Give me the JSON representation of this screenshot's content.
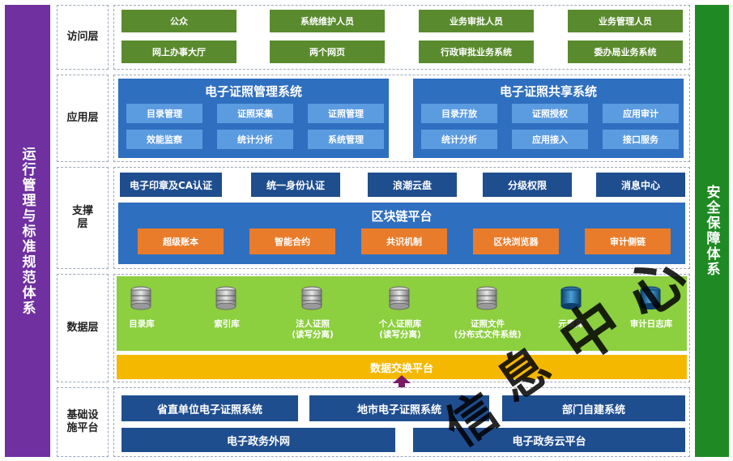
{
  "left_column": "运行管理与标准规范体系",
  "right_column": "安全保障体系",
  "layers": {
    "access": "访问层",
    "application": "应用层",
    "support": "支撑层",
    "data": "数据层",
    "infra": "基础设施平台"
  },
  "access": [
    "公众",
    "系统维护人员",
    "业务审批人员",
    "业务管理人员",
    "网上办事大厅",
    "两个网页",
    "行政审批业务系统",
    "委办局业务系统"
  ],
  "app_mgmt": {
    "title": "电子证照管理系统",
    "items": [
      "目录管理",
      "证照采集",
      "证照管理",
      "效能监察",
      "统计分析",
      "系统管理"
    ]
  },
  "app_share": {
    "title": "电子证照共享系统",
    "items": [
      "目录开放",
      "证照授权",
      "应用审计",
      "统计分析",
      "应用接入",
      "接口服务"
    ]
  },
  "support_top": [
    "电子印章及CA认证",
    "统一身份认证",
    "浪潮云盘",
    "分级权限",
    "消息中心"
  ],
  "blockchain": {
    "title": "区块链平台",
    "items": [
      "超级账本",
      "智能合约",
      "共识机制",
      "区块浏览器",
      "审计侧链"
    ]
  },
  "data_dbs": [
    {
      "label": "目录库",
      "sub": ""
    },
    {
      "label": "索引库",
      "sub": ""
    },
    {
      "label": "法人证照",
      "sub": "(读写分离)"
    },
    {
      "label": "个人证照库",
      "sub": "(读写分离)"
    },
    {
      "label": "证照文件",
      "sub": "(分布式文件系统)"
    },
    {
      "label": "元素库",
      "sub": ""
    },
    {
      "label": "审计日志库",
      "sub": ""
    }
  ],
  "exchange": "数据交换平台",
  "infra_top": [
    "省直单位电子证照系统",
    "地市电子证照系统",
    "部门自建系统"
  ],
  "infra_bottom": [
    "电子政务外网",
    "电子政务云平台"
  ],
  "watermark": [
    "信",
    "息",
    "中",
    "心"
  ],
  "colors": {
    "purple": "#7030a0",
    "green": "#1f8a24",
    "blue": "#2f6fbf",
    "dark_blue": "#1f4e8f",
    "orange": "#e87c2a",
    "data_green": "#8ccf3f",
    "exchange": "#f5b800"
  }
}
